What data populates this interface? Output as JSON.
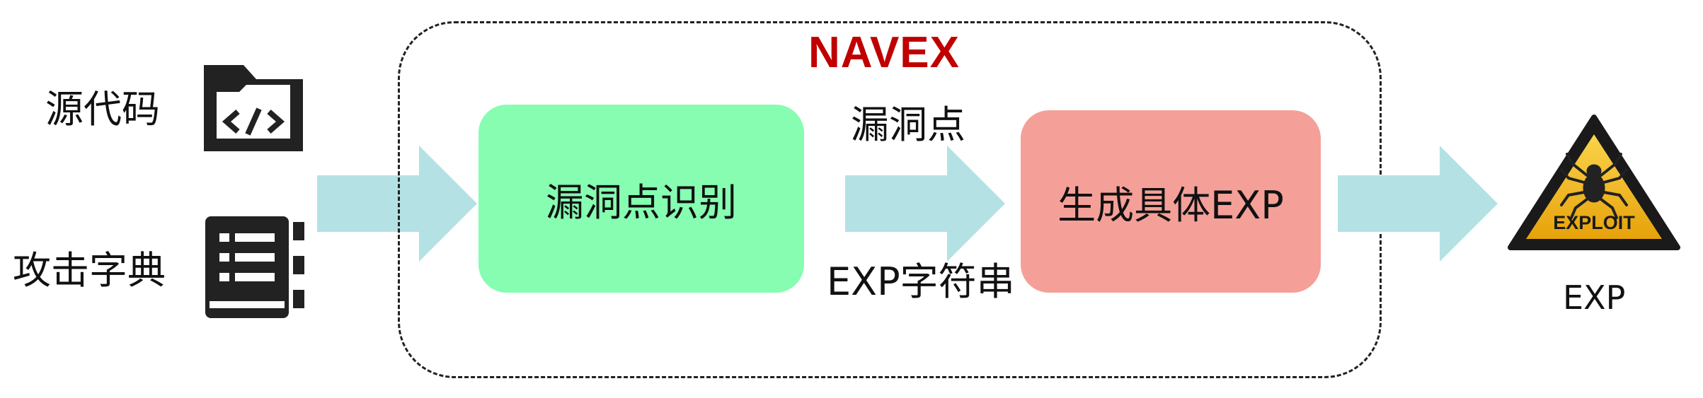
{
  "inputs": {
    "source_code_label": "源代码",
    "attack_dict_label": "攻击字典"
  },
  "navex": {
    "title": "NAVEX",
    "vuln_detect_box": "漏洞点识别",
    "generate_exp_box": "生成具体EXP",
    "edge_top_label": "漏洞点",
    "edge_bottom_label": "EXP字符串"
  },
  "output": {
    "exploit_badge_text": "EXPLOIT",
    "exp_label": "EXP"
  },
  "colors": {
    "title": "#c00000",
    "arrow": "#b4e2e4",
    "vuln_box": "#86fdb1",
    "exp_box": "#f4a098",
    "warning_fill": "#f3b715",
    "icon_dark": "#222222"
  },
  "icons": {
    "source_code": "code-folder-icon",
    "attack_dictionary": "book-list-icon",
    "exploit": "exploit-warning-icon"
  }
}
